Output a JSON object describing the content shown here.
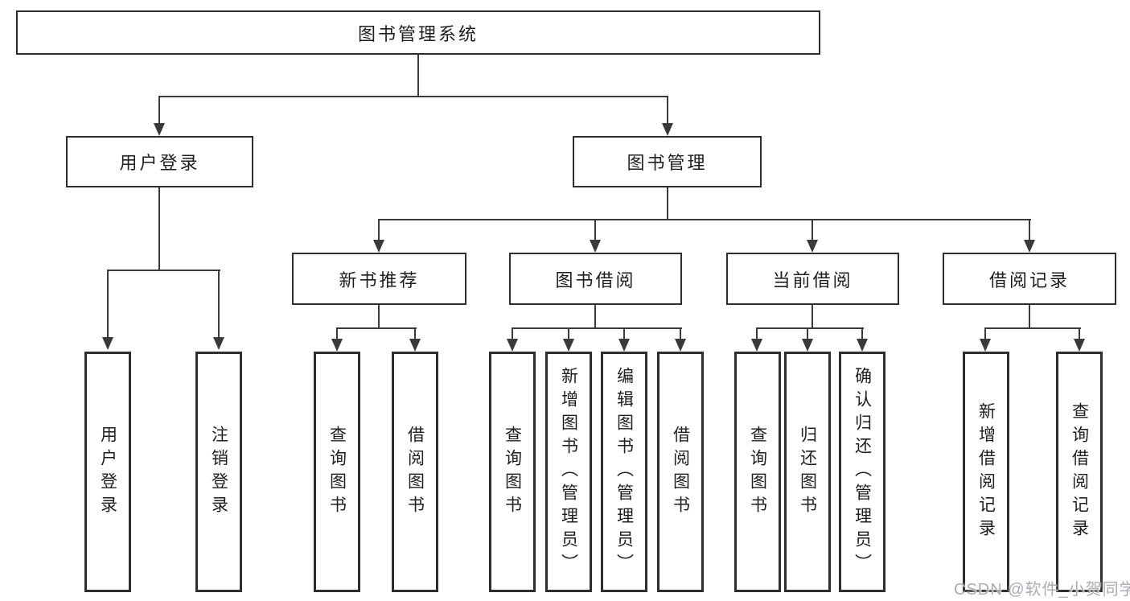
{
  "nodes": {
    "root": "图书管理系统",
    "user_login": "用户登录",
    "book_mgmt": "图书管理",
    "new_books": "新书推荐",
    "book_borrow": "图书借阅",
    "current_borrow": "当前借阅",
    "borrow_records": "借阅记录"
  },
  "leaves": {
    "user_login": [
      "用户登录",
      "注销登录"
    ],
    "new_books": [
      "查询图书",
      "借阅图书"
    ],
    "book_borrow": [
      "查询图书",
      "新增图书（管理员）",
      "编辑图书（管理员）",
      "借阅图书"
    ],
    "current_borrow": [
      "查询图书",
      "归还图书",
      "确认归还（管理员）"
    ],
    "borrow_records": [
      "新增借阅记录",
      "查询借阅记录"
    ]
  },
  "watermark": "CSDN @软件_小贺同学",
  "colors": {
    "line": "#3a3a3a",
    "border": "#2e2e2e",
    "text": "#1e1e1e",
    "watermark": "#a9adb2"
  }
}
